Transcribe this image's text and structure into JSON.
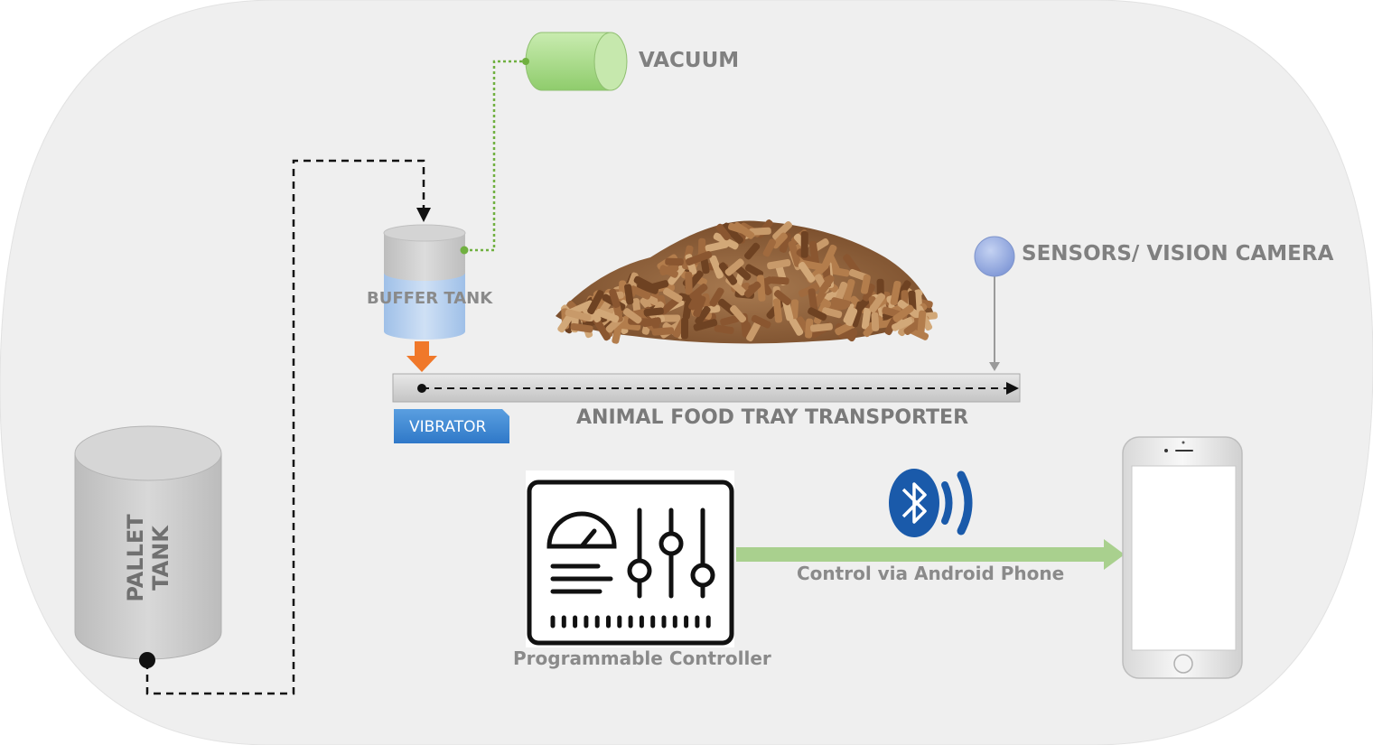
{
  "labels": {
    "vacuum": "VACUUM",
    "buffer_tank": "BUFFER TANK",
    "sensors": "SENSORS/ VISION CAMERA",
    "transporter": "ANIMAL FOOD TRAY TRANSPORTER",
    "vibrator": "VIBRATOR",
    "pallet_tank": "PALLET\nTANK",
    "phone_link": "Control via Android Phone",
    "controller": "Programmable Controller"
  },
  "icons": [
    "vacuum-cylinder-icon",
    "buffer-tank-icon",
    "pellets-pile-icon",
    "sensor-icon",
    "controller-icon",
    "bluetooth-icon",
    "smartphone-icon",
    "pallet-tank-icon"
  ],
  "colors": {
    "background": "#efefef",
    "vacuum": "#a9d98c",
    "buffer_liquid": "#a8c8ec",
    "vibrator": "#4a90d9",
    "arrow_orange": "#f0782a",
    "sensor": "#9ab0e0",
    "bluetooth": "#1a5aaa",
    "link_arrow": "#a9d08e",
    "vacuum_line": "#70b040"
  }
}
